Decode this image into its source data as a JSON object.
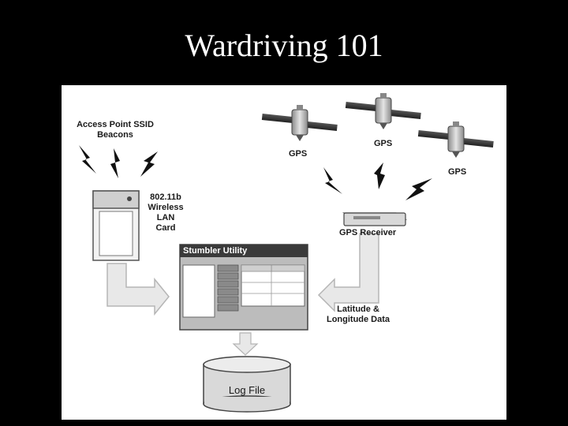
{
  "slide": {
    "title": "Wardriving 101"
  },
  "diagram": {
    "beacon_label": [
      "Access Point SSID",
      "Beacons"
    ],
    "card_label": [
      "802.11b",
      "Wireless",
      "LAN",
      "Card"
    ],
    "satellites": [
      {
        "label": "GPS"
      },
      {
        "label": "GPS"
      },
      {
        "label": "GPS"
      }
    ],
    "receiver_label": "GPS Receiver",
    "utility_title": "Stumbler Utility",
    "latlong_label": [
      "Latitude &",
      "Longitude Data"
    ],
    "logfile_label": "Log File"
  }
}
